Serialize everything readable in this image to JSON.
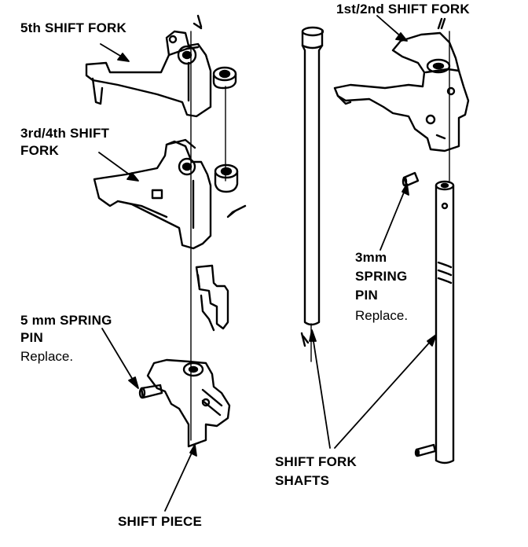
{
  "labels": {
    "fifth_fork": "5th SHIFT FORK",
    "third_fourth_fork_l1": "3rd/4th SHIFT",
    "third_fourth_fork_l2": "FORK",
    "spring_pin_5mm_l1": "5 mm SPRING",
    "spring_pin_5mm_l2": "PIN",
    "spring_pin_5mm_note": "Replace.",
    "shift_piece": "SHIFT PIECE",
    "first_second_fork": "1st/2nd SHIFT FORK",
    "spring_pin_3mm_l1": "3mm",
    "spring_pin_3mm_l2": "SPRING",
    "spring_pin_3mm_l3": "PIN",
    "spring_pin_3mm_note": "Replace.",
    "shafts_l1": "SHIFT FORK",
    "shafts_l2": "SHAFTS"
  },
  "colors": {
    "ink": "#000000",
    "paper": "#ffffff"
  }
}
